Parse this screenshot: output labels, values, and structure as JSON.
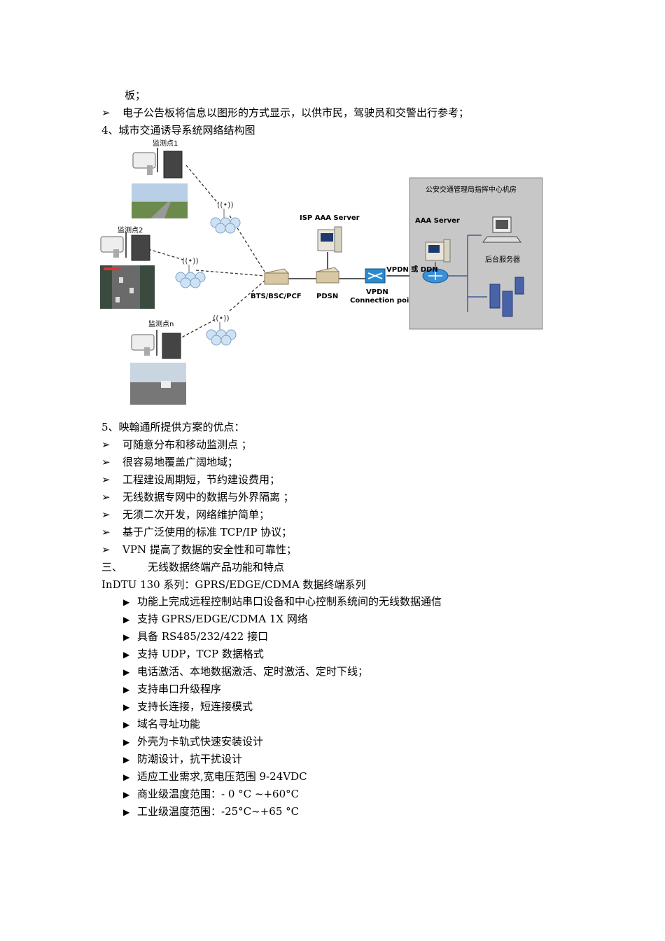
{
  "pre_lines": [
    {
      "text": "板；"
    },
    {
      "marker": "➢",
      "text": "电子公告板将信息以图形的方式显示，以供市民，驾驶员和交警出行参考；"
    }
  ],
  "section4_title": "4、城市交通诱导系统网络结构图",
  "diagram": {
    "point1": "监测点1",
    "point2": "监测点2",
    "pointn": "监测点n",
    "isp_server": "ISP AAA Server",
    "bts": "BTS/BSC/PCF",
    "pdsn": "PDSN",
    "vpdn": "VPDN",
    "connection_point": "Connection point",
    "vpdn_ddn": "VPDN 或 DDN",
    "center_title": "公安交通管理局指挥中心机房",
    "aaa_server": "AAA Server",
    "backend": "后台服务器"
  },
  "section5_title": "5、映翰通所提供方案的优点：",
  "advantages": [
    "可随意分布和移动监测点 ；",
    "很容易地覆盖广阔地域；",
    "工程建设周期短，节约建设费用；",
    "无线数据专网中的数据与外界隔离 ；",
    "无须二次开发，网络维护简单；",
    "基于广泛使用的标准 TCP/IP 协议；",
    "VPN 提高了数据的安全性和可靠性；"
  ],
  "advantage_marker": "➢",
  "section3_num": "三、",
  "section3_title": "无线数据终端产品功能和特点",
  "series_title": "InDTU 130 系列：GPRS/EDGE/CDMA 数据终端系列",
  "feature_marker": "▶",
  "features": [
    "功能上完成远程控制站串口设备和中心控制系统间的无线数据通信",
    "支持 GPRS/EDGE/CDMA  1X 网络",
    "具备 RS485/232/422 接口",
    "支持 UDP，TCP 数据格式",
    "电话激活、本地数据激活、定时激活、定时下线；",
    "支持串口升级程序",
    "支持长连接，短连接模式",
    "域名寻址功能",
    "外壳为卡轨式快速安装设计",
    "防潮设计，抗干扰设计",
    "适应工业需求,宽电压范围 9-24VDC",
    "商业级温度范围：- 0 °C ~+60°C",
    "工业级温度范围：-25°C~+65 °C"
  ]
}
